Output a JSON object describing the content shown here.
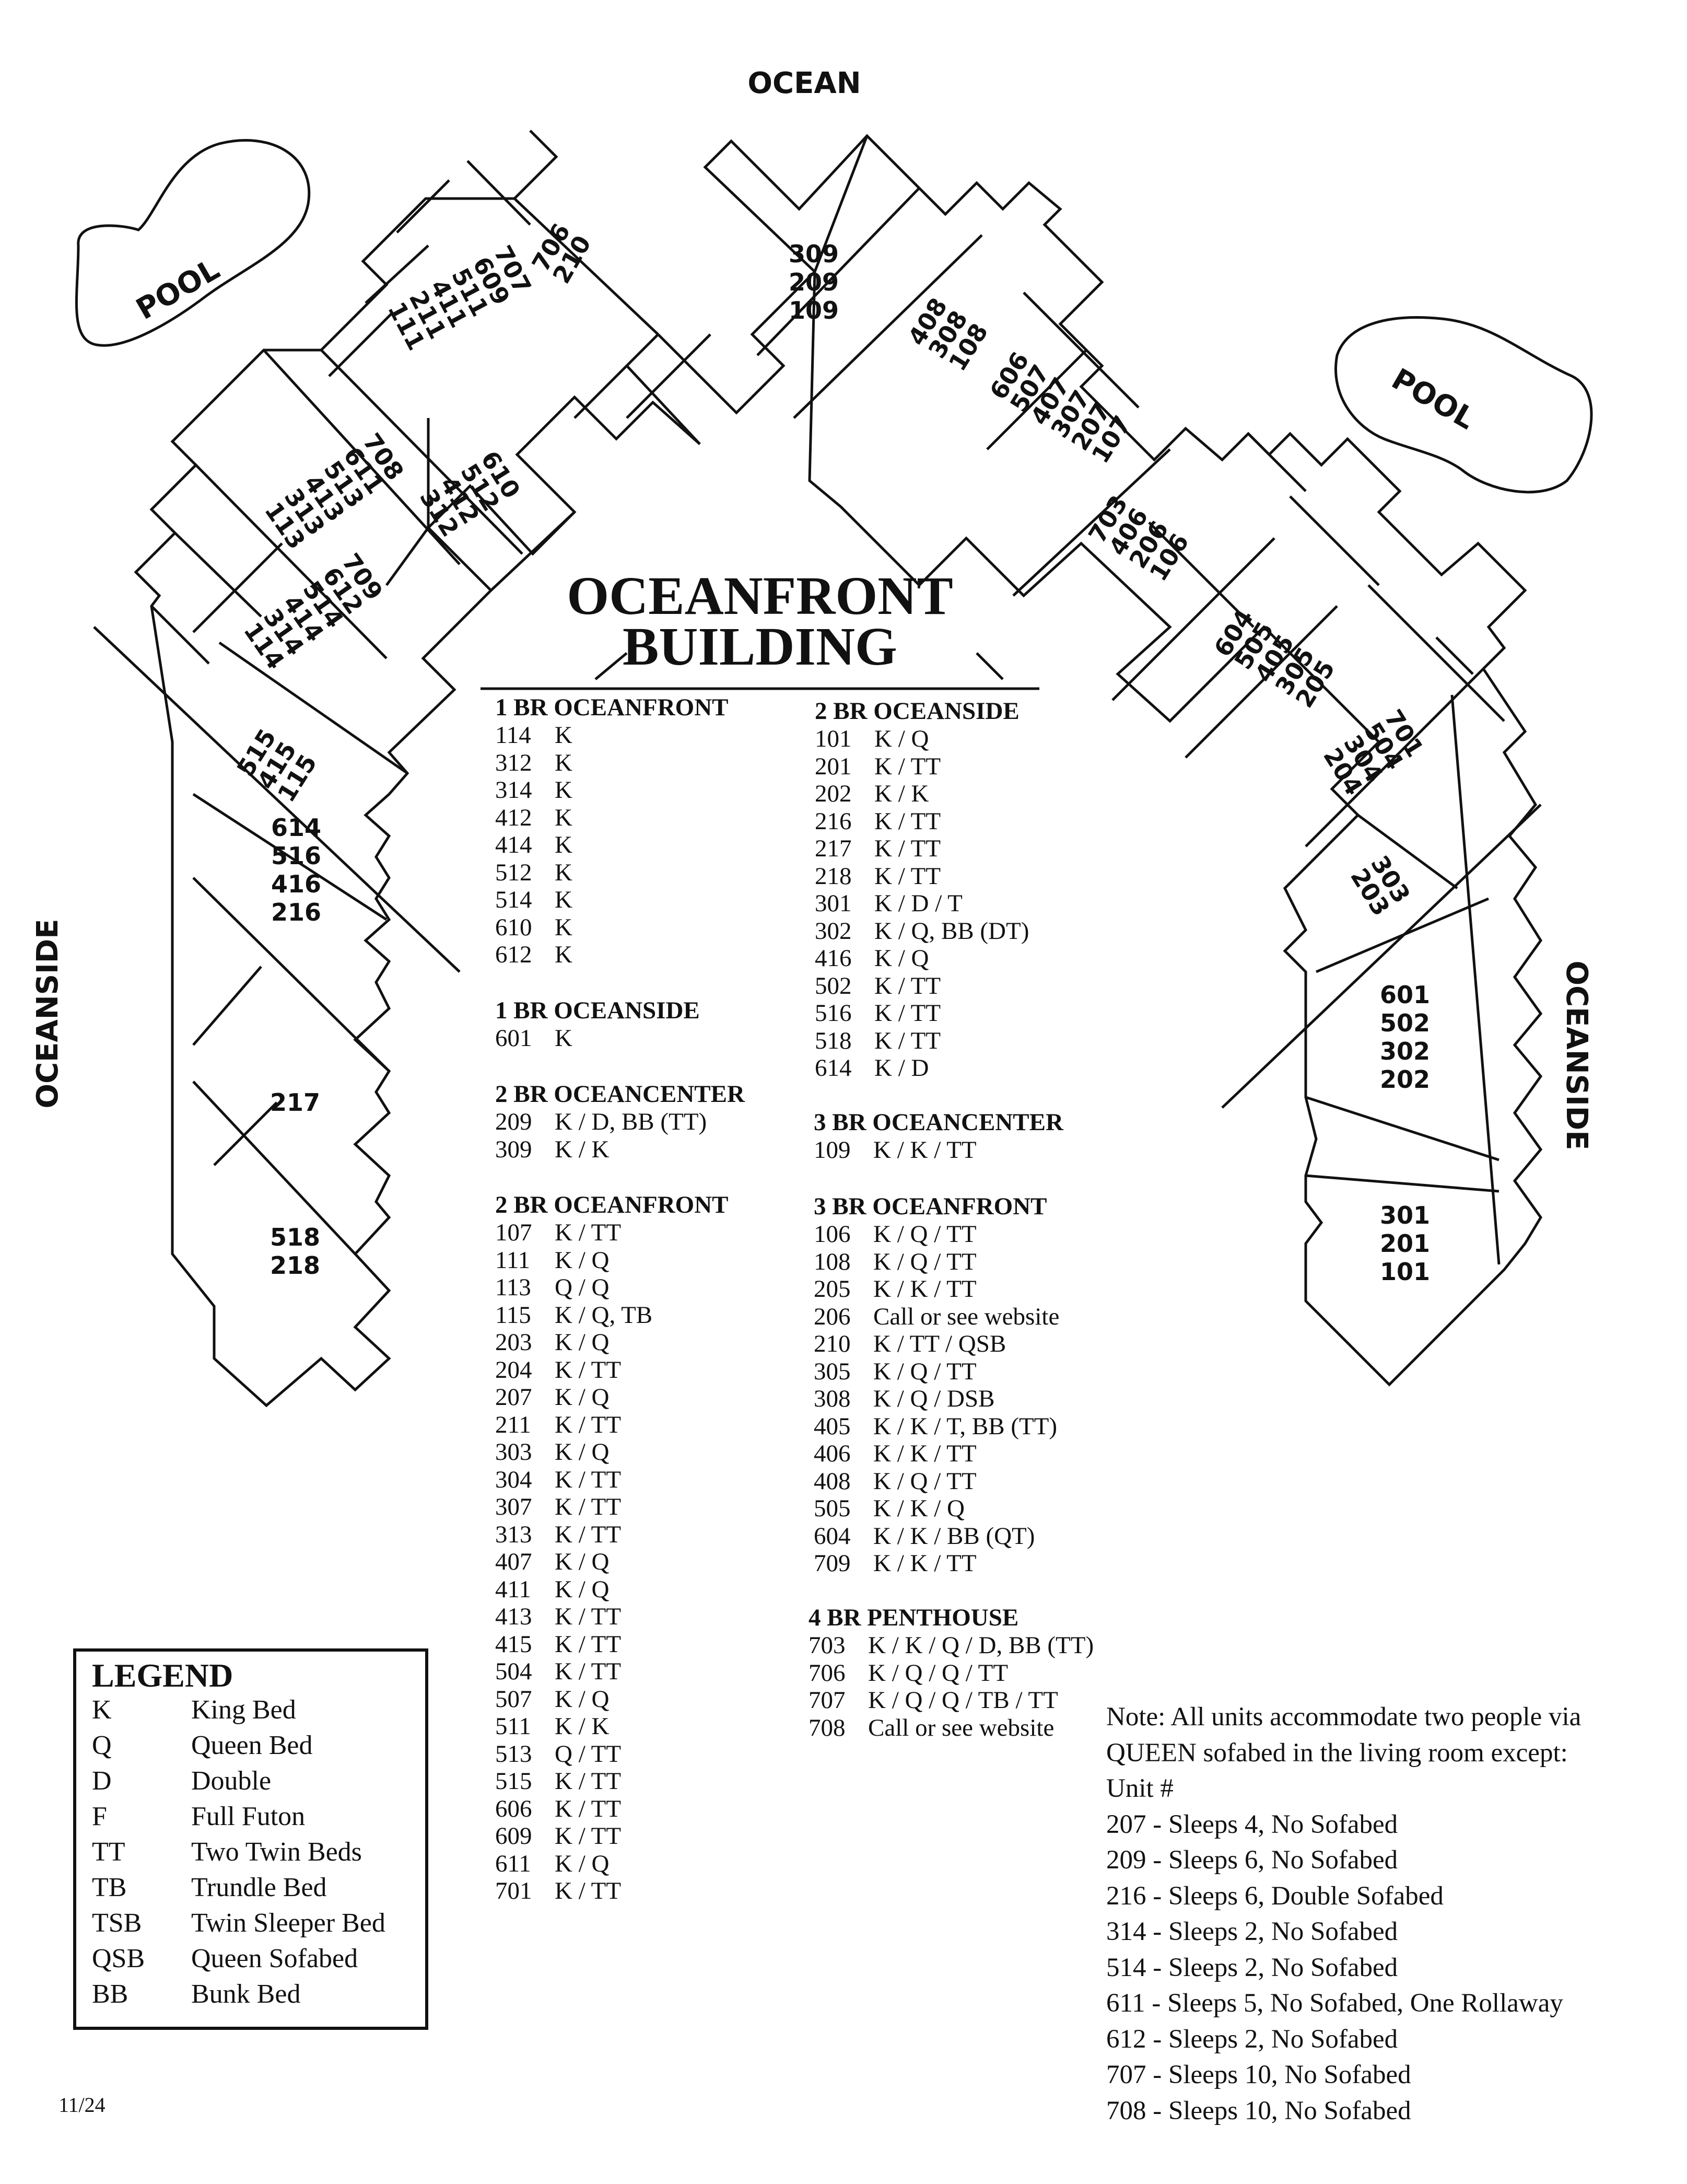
{
  "labels": {
    "ocean": "OCEAN",
    "oceanside_left": "OCEANSIDE",
    "oceanside_right": "OCEANSIDE",
    "pool_left": "POOL",
    "pool_right": "POOL",
    "title_line1": "OCEANFRONT",
    "title_line2": "BUILDING",
    "date": "11/24"
  },
  "plan_units": [
    [
      "707",
      "609",
      "511",
      "411",
      "211",
      "111"
    ],
    [
      "706",
      "210"
    ],
    [
      "309",
      "209",
      "109"
    ],
    [
      "408",
      "308",
      "108"
    ],
    [
      "606",
      "507",
      "407",
      "307",
      "207",
      "107"
    ],
    [
      "708",
      "611",
      "513",
      "413",
      "313",
      "113"
    ],
    [
      "610",
      "512",
      "412",
      "312"
    ],
    [
      "703",
      "406",
      "206",
      "106"
    ],
    [
      "709",
      "612",
      "514",
      "414",
      "314",
      "114"
    ],
    [
      "604",
      "505",
      "405",
      "305",
      "205"
    ],
    [
      "515",
      "415",
      "115"
    ],
    [
      "701",
      "504",
      "304",
      "204"
    ],
    [
      "614",
      "516",
      "416",
      "216"
    ],
    [
      "303",
      "203"
    ],
    [
      "217"
    ],
    [
      "601",
      "502",
      "302",
      "202"
    ],
    [
      "518",
      "218"
    ],
    [
      "301",
      "201",
      "101"
    ]
  ],
  "sections": [
    {
      "heading": "1 BR OCEANFRONT",
      "rows": [
        [
          "114",
          "K"
        ],
        [
          "312",
          "K"
        ],
        [
          "314",
          "K"
        ],
        [
          "412",
          "K"
        ],
        [
          "414",
          "K"
        ],
        [
          "512",
          "K"
        ],
        [
          "514",
          "K"
        ],
        [
          "610",
          "K"
        ],
        [
          "612",
          "K"
        ]
      ]
    },
    {
      "heading": "1 BR OCEANSIDE",
      "rows": [
        [
          "601",
          "K"
        ]
      ]
    },
    {
      "heading": "2 BR OCEANCENTER",
      "rows": [
        [
          "209",
          "K / D, BB (TT)"
        ],
        [
          "309",
          "K / K"
        ]
      ]
    },
    {
      "heading": "2 BR OCEANFRONT",
      "rows": [
        [
          "107",
          "K / TT"
        ],
        [
          "111",
          "K / Q"
        ],
        [
          "113",
          "Q / Q"
        ],
        [
          "115",
          "K / Q, TB"
        ],
        [
          "203",
          "K / Q"
        ],
        [
          "204",
          "K / TT"
        ],
        [
          "207",
          "K / Q"
        ],
        [
          "211",
          "K / TT"
        ],
        [
          "303",
          "K / Q"
        ],
        [
          "304",
          "K / TT"
        ],
        [
          "307",
          "K / TT"
        ],
        [
          "313",
          "K / TT"
        ],
        [
          "407",
          "K / Q"
        ],
        [
          "411",
          "K / Q"
        ],
        [
          "413",
          "K / TT"
        ],
        [
          "415",
          "K / TT"
        ],
        [
          "504",
          "K / TT"
        ],
        [
          "507",
          "K / Q"
        ],
        [
          "511",
          "K / K"
        ],
        [
          "513",
          "Q / TT"
        ],
        [
          "515",
          "K / TT"
        ],
        [
          "606",
          "K / TT"
        ],
        [
          "609",
          "K / TT"
        ],
        [
          "611",
          "K / Q"
        ],
        [
          "701",
          "K / TT"
        ]
      ]
    },
    {
      "heading": "2 BR OCEANSIDE",
      "rows": [
        [
          "101",
          "K / Q"
        ],
        [
          "201",
          "K / TT"
        ],
        [
          "202",
          "K / K"
        ],
        [
          "216",
          "K / TT"
        ],
        [
          "217",
          "K / TT"
        ],
        [
          "218",
          "K / TT"
        ],
        [
          "301",
          "K / D / T"
        ],
        [
          "302",
          "K / Q, BB (DT)"
        ],
        [
          "416",
          "K / Q"
        ],
        [
          "502",
          "K / TT"
        ],
        [
          "516",
          "K / TT"
        ],
        [
          "518",
          "K / TT"
        ],
        [
          "614",
          "K / D"
        ]
      ]
    },
    {
      "heading": "3 BR OCEANCENTER",
      "rows": [
        [
          "109",
          "K / K / TT"
        ]
      ]
    },
    {
      "heading": "3 BR OCEANFRONT",
      "rows": [
        [
          "106",
          "K / Q / TT"
        ],
        [
          "108",
          "K / Q / TT"
        ],
        [
          "205",
          "K / K / TT"
        ],
        [
          "206",
          "Call or see website"
        ],
        [
          "210",
          "K / TT / QSB"
        ],
        [
          "305",
          "K / Q / TT"
        ],
        [
          "308",
          "K / Q / DSB"
        ],
        [
          "405",
          "K / K / T, BB (TT)"
        ],
        [
          "406",
          "K / K / TT"
        ],
        [
          "408",
          "K / Q / TT"
        ],
        [
          "505",
          "K / K / Q"
        ],
        [
          "604",
          "K / K / BB (QT)"
        ],
        [
          "709",
          "K / K / TT"
        ]
      ]
    },
    {
      "heading": "4 BR PENTHOUSE",
      "rows": [
        [
          "703",
          "K / K / Q / D, BB (TT)"
        ],
        [
          "706",
          "K / Q / Q / TT"
        ],
        [
          "707",
          "K / Q / Q / TB / TT"
        ],
        [
          "708",
          "Call or see website"
        ]
      ]
    }
  ],
  "legend": {
    "title": "LEGEND",
    "items": [
      [
        "K",
        "King Bed"
      ],
      [
        "Q",
        "Queen Bed"
      ],
      [
        "D",
        "Double"
      ],
      [
        "F",
        "Full Futon"
      ],
      [
        "TT",
        "Two Twin Beds"
      ],
      [
        "TB",
        "Trundle Bed"
      ],
      [
        "TSB",
        "Twin Sleeper Bed"
      ],
      [
        "QSB",
        "Queen Sofabed"
      ],
      [
        "BB",
        "Bunk Bed"
      ]
    ]
  },
  "note": {
    "lines": [
      "Note: All units accommodate two people via",
      "QUEEN sofabed in the living room except:",
      "Unit #",
      "207 - Sleeps 4, No Sofabed",
      "209 - Sleeps 6, No Sofabed",
      "216 - Sleeps 6, Double Sofabed",
      "314 - Sleeps 2, No Sofabed",
      "514 - Sleeps 2, No Sofabed",
      "611 - Sleeps 5, No Sofabed, One Rollaway",
      "612 - Sleeps 2, No Sofabed",
      "707 - Sleeps 10, No Sofabed",
      "708 - Sleeps 10, No Sofabed"
    ]
  }
}
